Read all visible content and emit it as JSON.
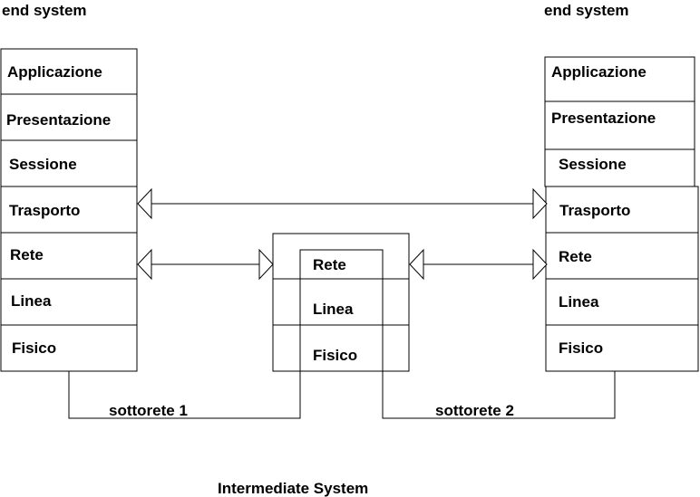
{
  "left_end_system": {
    "title": "end system",
    "layers": [
      "Applicazione",
      "Presentazione",
      "Sessione",
      "Trasporto",
      "Rete",
      "Linea",
      "Fisico"
    ]
  },
  "right_end_system": {
    "title": "end system",
    "layers": [
      "Applicazione",
      "Presentazione",
      "Sessione",
      "Trasporto",
      "Rete",
      "Linea",
      "Fisico"
    ]
  },
  "intermediate_system": {
    "title": "Intermediate System",
    "layers": [
      "Rete",
      "Linea",
      "Fisico"
    ]
  },
  "subnets": {
    "subnet_1": "sottorete 1",
    "subnet_2": "sottorete 2"
  }
}
